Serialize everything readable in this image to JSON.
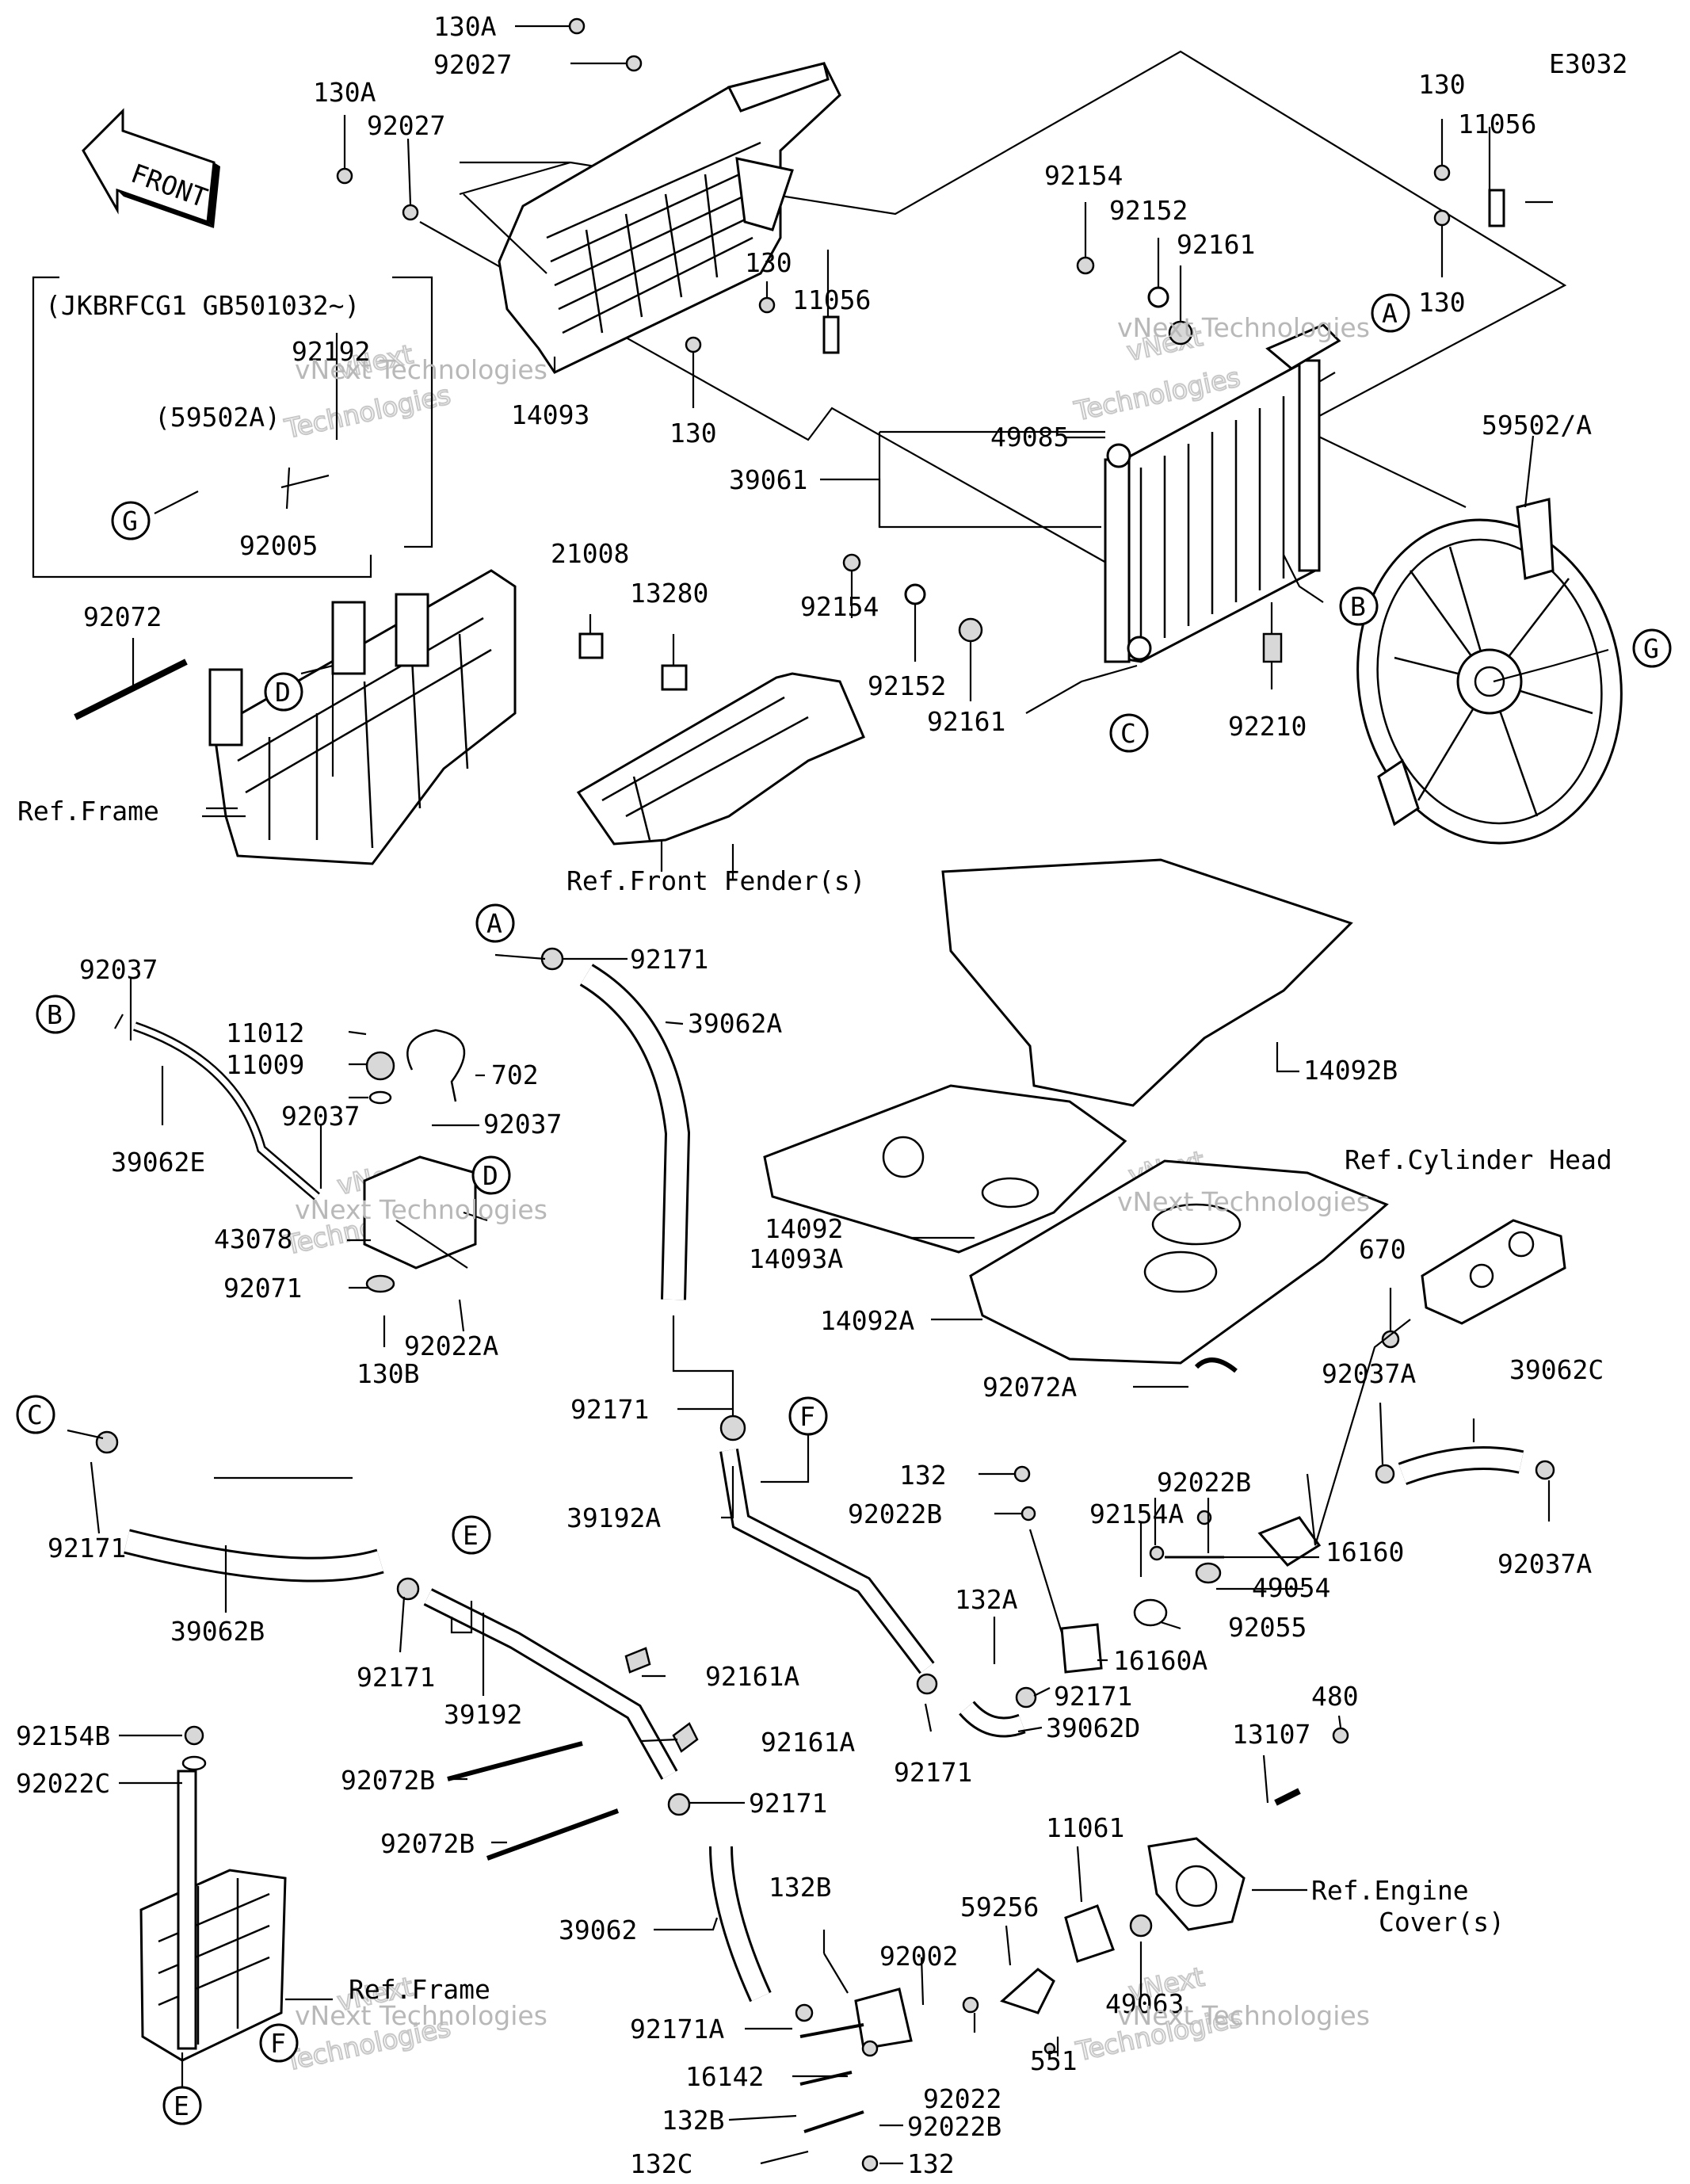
{
  "diagram_code": "E3032",
  "front_sign": "FRONT",
  "variant_note": "(JKBRFCG1 GB501032~)",
  "watermark": {
    "line1": "vNext Technologies",
    "line2": "vNext",
    "line3": "Technologies"
  },
  "callouts": {
    "A": "A",
    "B": "B",
    "C": "C",
    "D": "D",
    "E": "E",
    "F": "F",
    "G": "G"
  },
  "refs": {
    "frame": "Ref.Frame",
    "front_fender": "Ref.Front Fender(s)",
    "cylinder_head": "Ref.Cylinder Head",
    "engine_cover_1": "Ref.Engine",
    "engine_cover_2": "Cover(s)"
  },
  "parts": {
    "p130A_1": "130A",
    "p92027_1": "92027",
    "p130A_2": "130A",
    "p92027_2": "92027",
    "p130_1": "130",
    "p11056_1": "11056",
    "p130_2": "130",
    "p130_3": "130",
    "p11056_2": "11056",
    "p130_4": "130",
    "p14093": "14093",
    "p92154_1": "92154",
    "p92152_1": "92152",
    "p92161_1": "92161",
    "p49085": "49085",
    "p39061": "39061",
    "p59502A": "59502/A",
    "p92154_2": "92154",
    "p92152_2": "92152",
    "p92161_2": "92161",
    "p92210": "92210",
    "p92192": "92192",
    "p59502A_paren": "(59502A)",
    "p92005": "92005",
    "p92072": "92072",
    "p21008": "21008",
    "p13280": "13280",
    "p92171_1": "92171",
    "p39062A": "39062A",
    "p14092B": "14092B",
    "p92037_1": "92037",
    "p11012": "11012",
    "p11009": "11009",
    "p702": "702",
    "p92037_2": "92037",
    "p92037_3": "92037",
    "p39062E": "39062E",
    "p43078": "43078",
    "p92071": "92071",
    "p130B": "130B",
    "p92022A": "92022A",
    "p14092": "14092",
    "p14093A": "14093A",
    "p14092A": "14092A",
    "p92072A": "92072A",
    "p670": "670",
    "p39062C": "39062C",
    "p92037A_1": "92037A",
    "p92037A_2": "92037A",
    "p92171_2": "92171",
    "p39192A": "39192A",
    "p132_1": "132",
    "p92022B_1": "92022B",
    "p92022B_2": "92022B",
    "p92154A": "92154A",
    "p16160": "16160",
    "p49054": "49054",
    "p92055": "92055",
    "p132A": "132A",
    "p16160A": "16160A",
    "p92171_3": "92171",
    "p39062D": "39062D",
    "p92171_4": "92171",
    "p92171_5": "92171",
    "p39062B": "39062B",
    "p92171_6": "92171",
    "p39192": "39192",
    "p92161A_1": "92161A",
    "p92161A_2": "92161A",
    "p92171_7": "92171",
    "p92154B": "92154B",
    "p92022C": "92022C",
    "p92072B_1": "92072B",
    "p92072B_2": "92072B",
    "p39062": "39062",
    "p132B_1": "132B",
    "p92171A": "92171A",
    "p16142": "16142",
    "p132B_2": "132B",
    "p132C": "132C",
    "p92022B_3": "92022B",
    "p132_2": "132",
    "p92002": "92002",
    "p92022": "92022",
    "p59256": "59256",
    "p11061": "11061",
    "p551": "551",
    "p49063": "49063",
    "p13107": "13107",
    "p480": "480"
  }
}
